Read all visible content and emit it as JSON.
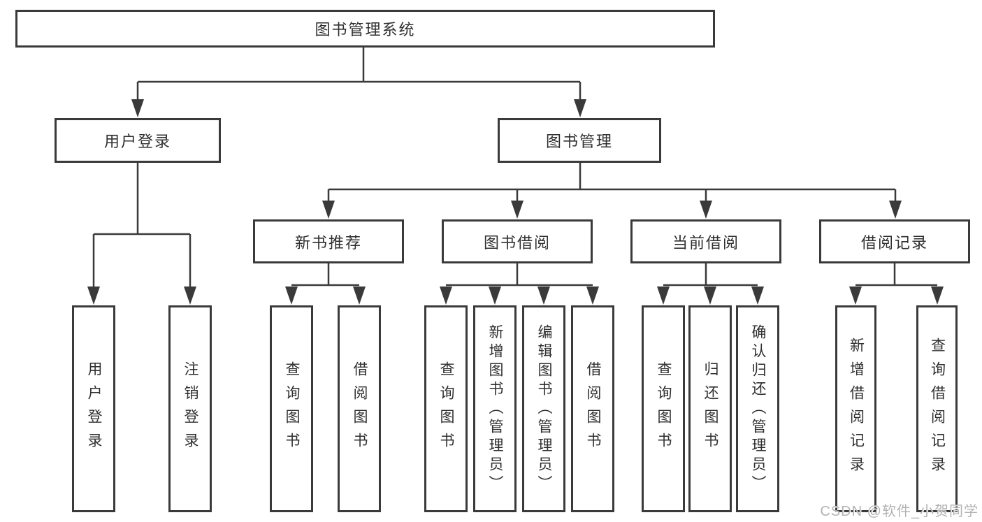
{
  "tree": {
    "root": {
      "label": "图书管理系统",
      "children": [
        {
          "label": "用户登录",
          "children": [
            {
              "label": "用户登录"
            },
            {
              "label": "注销登录"
            }
          ]
        },
        {
          "label": "图书管理",
          "children": [
            {
              "label": "新书推荐",
              "children": [
                {
                  "label": "查询图书"
                },
                {
                  "label": "借阅图书"
                }
              ]
            },
            {
              "label": "图书借阅",
              "children": [
                {
                  "label": "查询图书"
                },
                {
                  "label": "新增图书（管理员）"
                },
                {
                  "label": "编辑图书（管理员）"
                },
                {
                  "label": "借阅图书"
                }
              ]
            },
            {
              "label": "当前借阅",
              "children": [
                {
                  "label": "查询图书"
                },
                {
                  "label": "归还图书"
                },
                {
                  "label": "确认归还（管理员）"
                }
              ]
            },
            {
              "label": "借阅记录",
              "children": [
                {
                  "label": "新增借阅记录"
                },
                {
                  "label": "查询借阅记录"
                }
              ]
            }
          ]
        }
      ]
    }
  },
  "watermark": {
    "label": "CSDN @软件_小贺同学"
  },
  "colors": {
    "line": "#3a3a3a",
    "text": "#2f2f2f",
    "watermark": "#b3b3b3",
    "background": "#ffffff"
  }
}
